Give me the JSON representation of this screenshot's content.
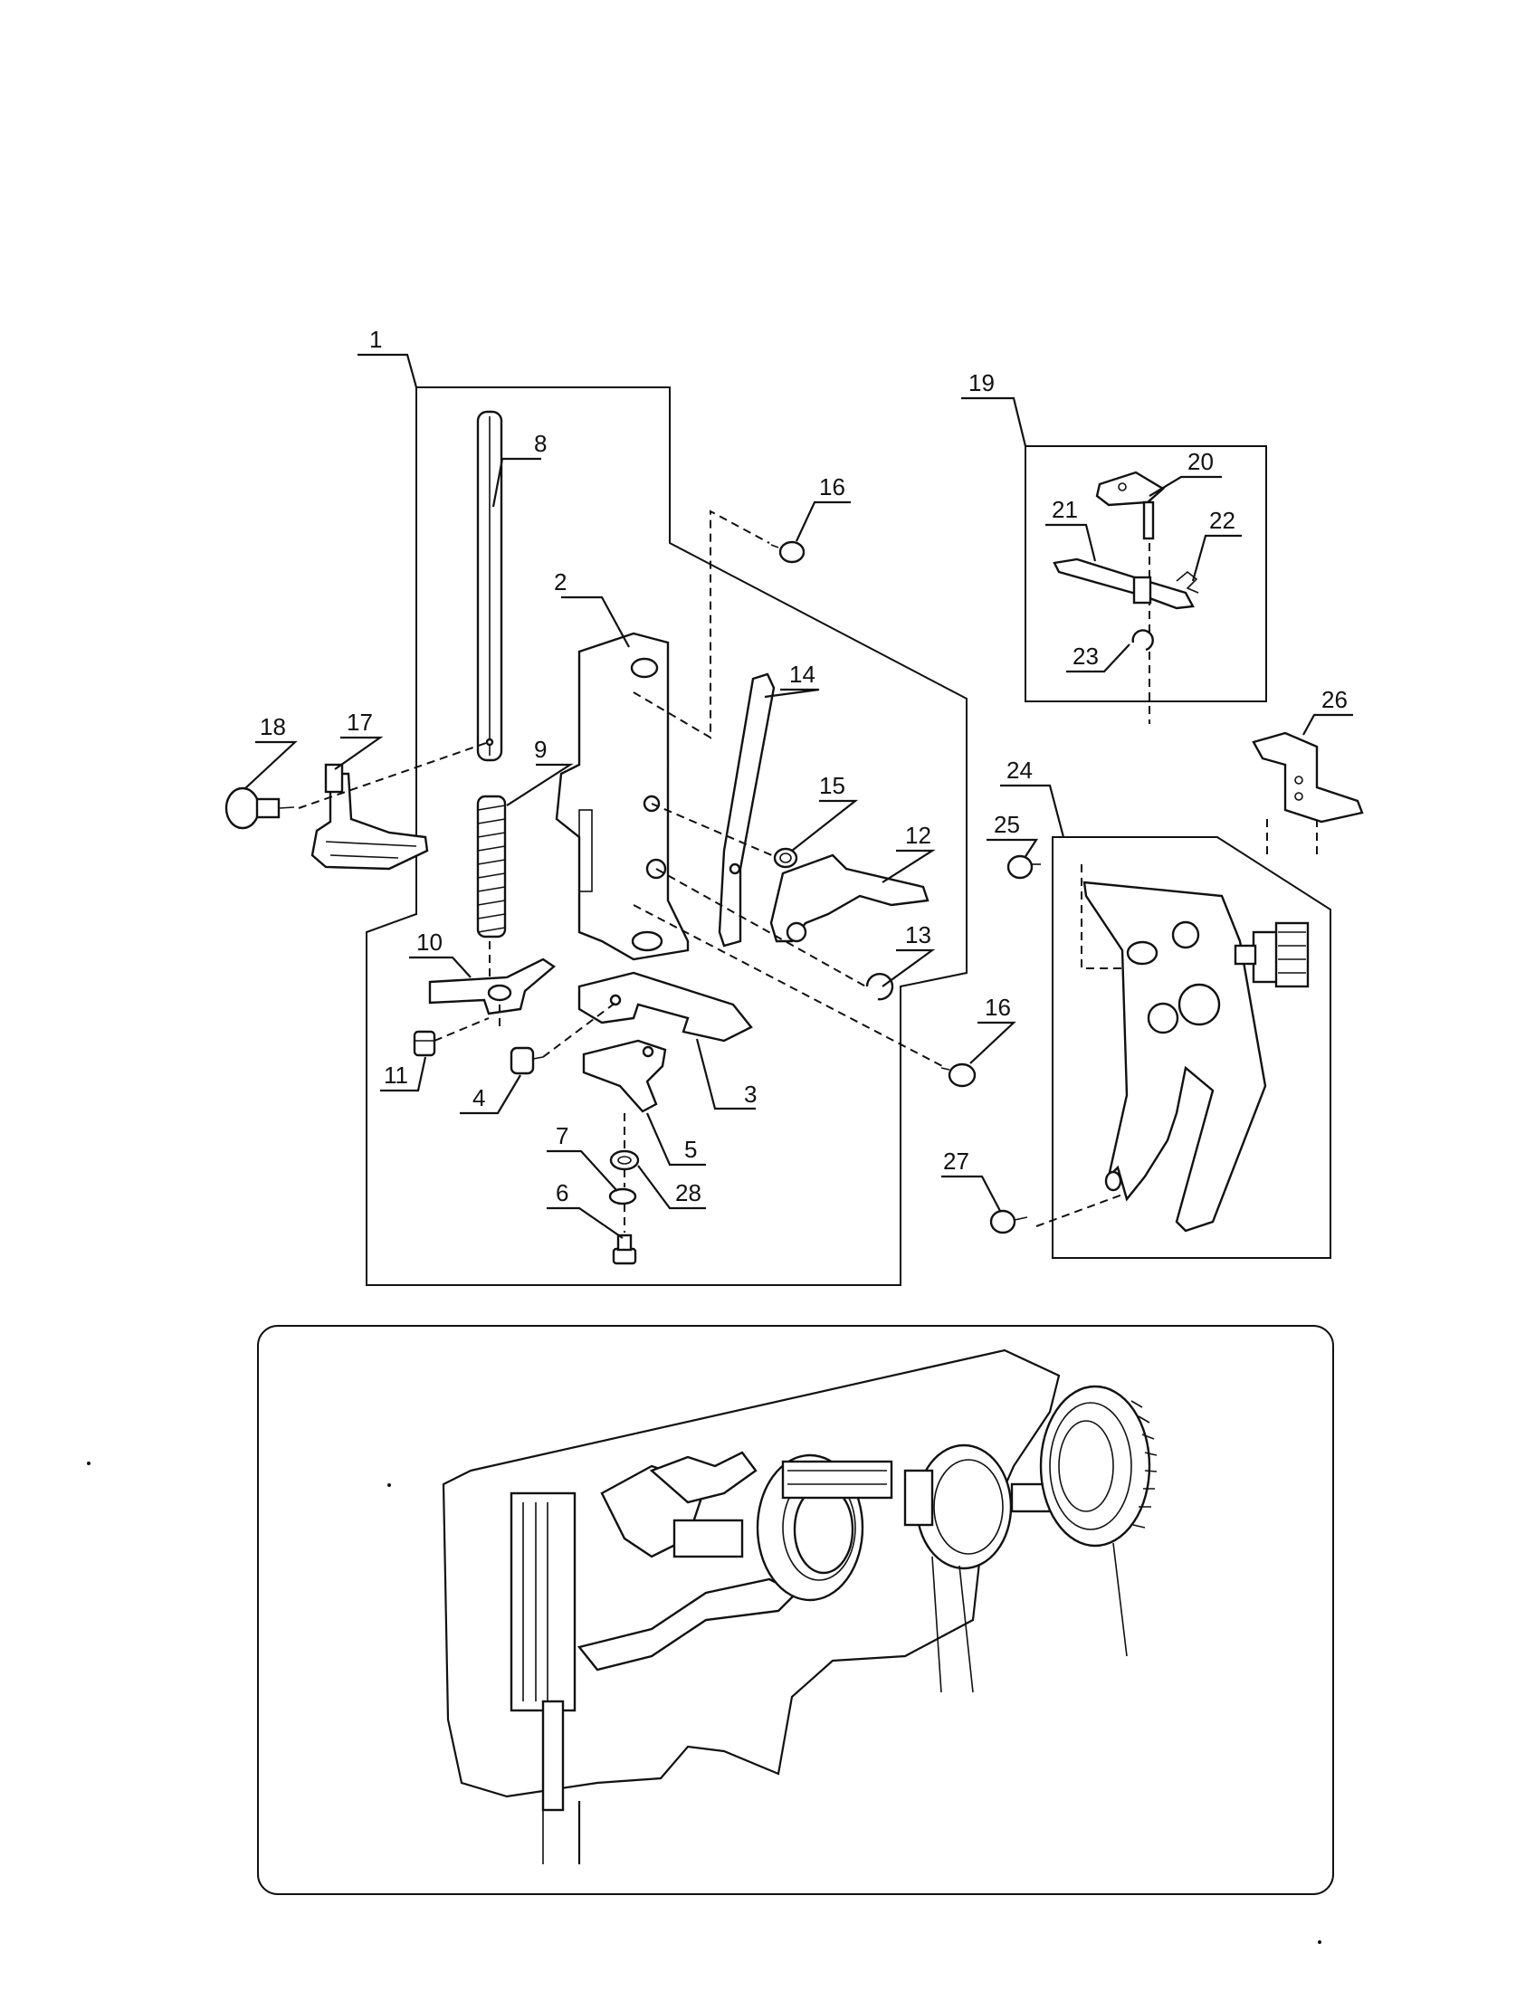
{
  "callouts": [
    {
      "id": "1",
      "label": "1"
    },
    {
      "id": "2",
      "label": "2"
    },
    {
      "id": "3",
      "label": "3"
    },
    {
      "id": "4",
      "label": "4"
    },
    {
      "id": "5",
      "label": "5"
    },
    {
      "id": "6",
      "label": "6"
    },
    {
      "id": "7",
      "label": "7"
    },
    {
      "id": "8",
      "label": "8"
    },
    {
      "id": "9",
      "label": "9"
    },
    {
      "id": "10",
      "label": "10"
    },
    {
      "id": "11",
      "label": "11"
    },
    {
      "id": "12",
      "label": "12"
    },
    {
      "id": "13",
      "label": "13"
    },
    {
      "id": "14",
      "label": "14"
    },
    {
      "id": "15",
      "label": "15"
    },
    {
      "id": "16a",
      "label": "16"
    },
    {
      "id": "16b",
      "label": "16"
    },
    {
      "id": "17",
      "label": "17"
    },
    {
      "id": "18",
      "label": "18"
    },
    {
      "id": "19",
      "label": "19"
    },
    {
      "id": "20",
      "label": "20"
    },
    {
      "id": "21",
      "label": "21"
    },
    {
      "id": "22",
      "label": "22"
    },
    {
      "id": "23",
      "label": "23"
    },
    {
      "id": "24",
      "label": "24"
    },
    {
      "id": "25",
      "label": "25"
    },
    {
      "id": "26",
      "label": "26"
    },
    {
      "id": "27",
      "label": "27"
    },
    {
      "id": "28",
      "label": "28"
    }
  ]
}
